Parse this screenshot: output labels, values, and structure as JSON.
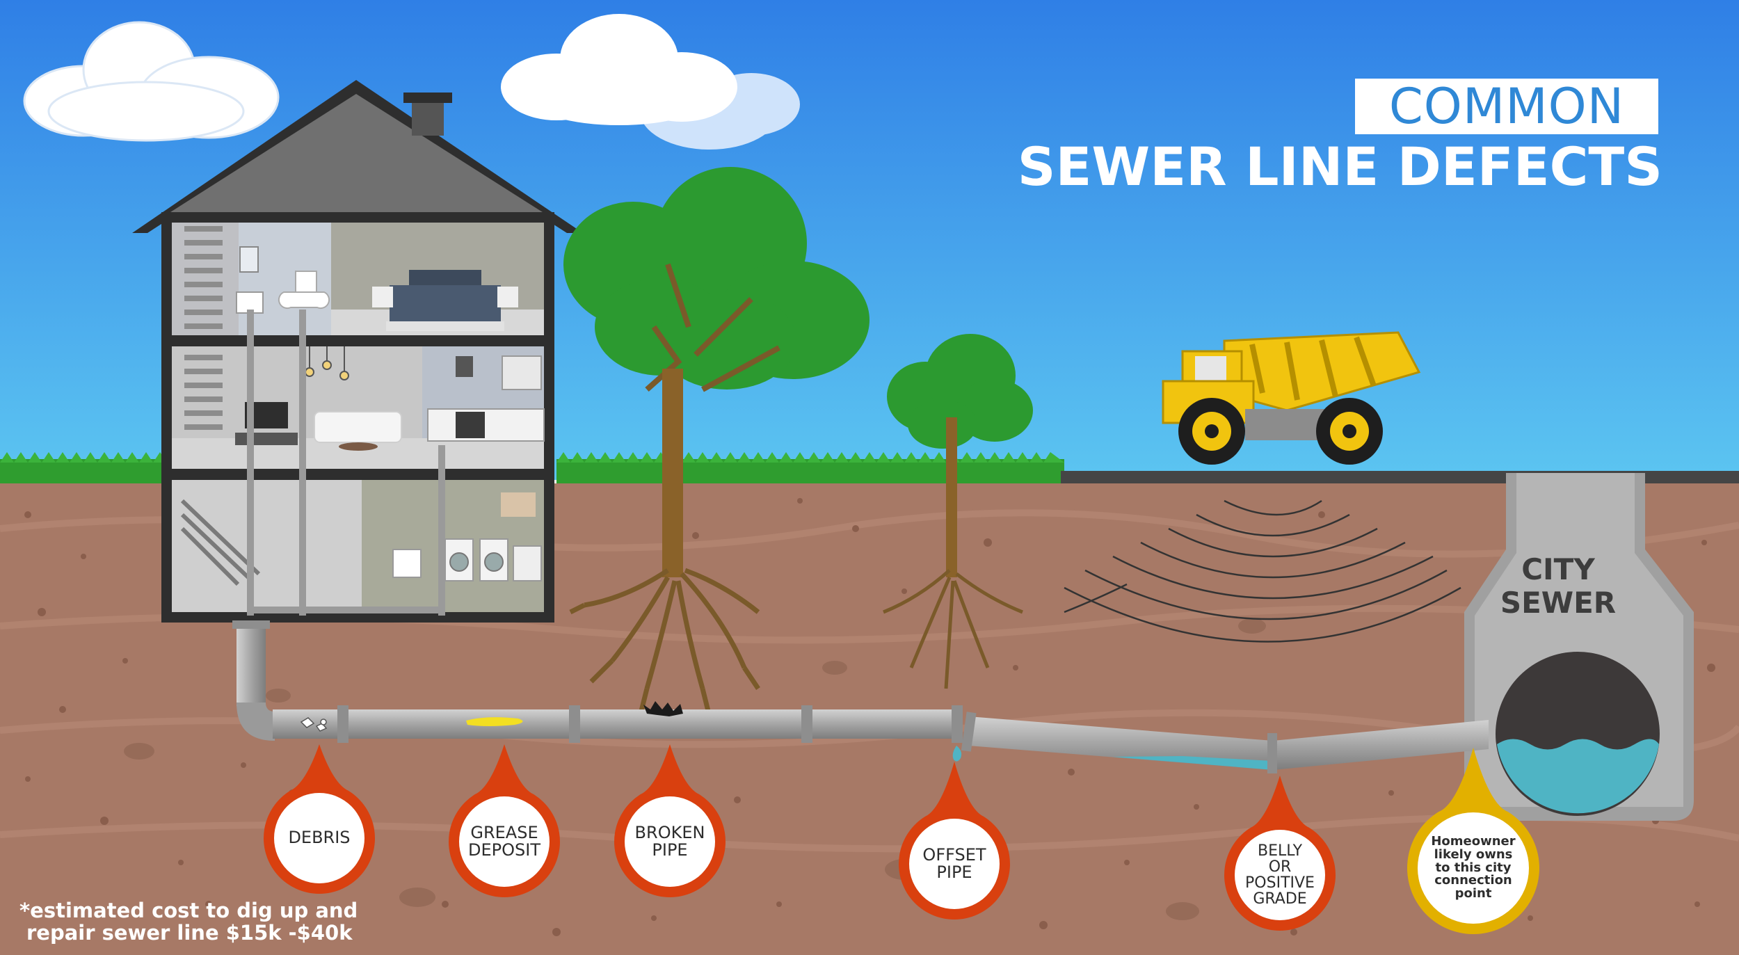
{
  "title": {
    "line1": "COMMON",
    "line2": "SEWER LINE DEFECTS"
  },
  "city_sewer": {
    "label_line1": "CITY",
    "label_line2": "SEWER"
  },
  "defects": [
    {
      "id": "debris",
      "lines": [
        "DEBRIS"
      ],
      "color": "#d9400f"
    },
    {
      "id": "grease",
      "lines": [
        "GREASE",
        "DEPOSIT"
      ],
      "color": "#d9400f"
    },
    {
      "id": "broken",
      "lines": [
        "BROKEN",
        "PIPE"
      ],
      "color": "#d9400f"
    },
    {
      "id": "offset",
      "lines": [
        "OFFSET",
        "PIPE"
      ],
      "color": "#d9400f"
    },
    {
      "id": "belly",
      "lines": [
        "BELLY",
        "OR",
        "POSITIVE",
        "GRADE"
      ],
      "color": "#d9400f"
    },
    {
      "id": "homeowner",
      "lines": [
        "Homeowner",
        "likely owns",
        "to this city",
        "connection",
        "point"
      ],
      "color": "#e2b000"
    }
  ],
  "note": {
    "line1": "*estimated cost to dig up and",
    "line2": "repair sewer line $15k -$40k"
  },
  "colors": {
    "sky_top": "#2f7fe6",
    "sky_bottom": "#58c3f0",
    "soil": "#a77966",
    "grass": "#2f9d2f",
    "pipe": "#a9a9a9",
    "accent_red": "#d9400f",
    "accent_yellow": "#e2b000",
    "water": "#4fb4c4",
    "truck_yellow": "#f1c40f"
  }
}
